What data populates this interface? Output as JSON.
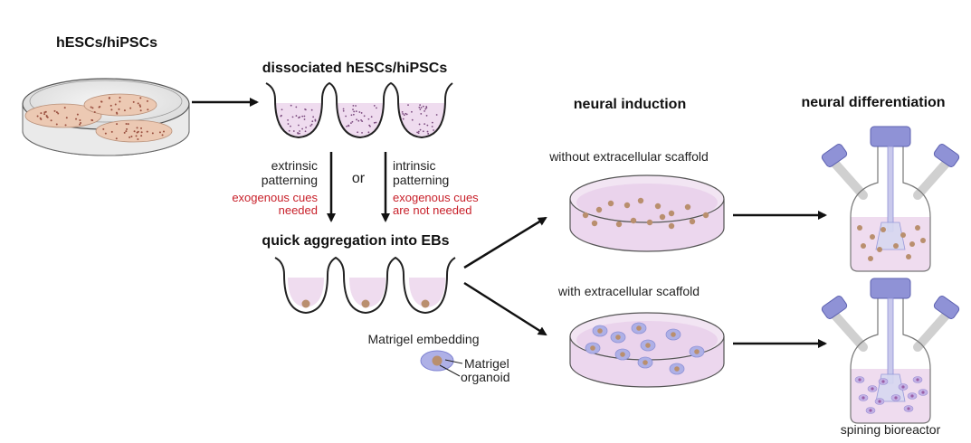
{
  "titles": {
    "source": "hESCs/hiPSCs",
    "dissociated": "dissociated hESCs/hiPSCs",
    "aggregation": "quick aggregation into EBs",
    "induction": "neural induction",
    "differentiation": "neural differentiation"
  },
  "patterning": {
    "extrinsic_line1": "extrinsic",
    "extrinsic_line2": "patterning",
    "extrinsic_note_line1": "exogenous cues",
    "extrinsic_note_line2": "needed",
    "or": "or",
    "intrinsic_line1": "intrinsic",
    "intrinsic_line2": "patterning",
    "intrinsic_note_line1": "exogenous cues",
    "intrinsic_note_line2": "are not needed"
  },
  "conditions": {
    "without": "without extracellular scaffold",
    "with": "with extracellular scaffold"
  },
  "legend": {
    "title": "Matrigel embedding",
    "matrigel": "Matrigel",
    "organoid": "organoid"
  },
  "bioreactor_label": "spining bioreactor",
  "colors": {
    "organoid": "#b98f6e",
    "medium": "#efdcef",
    "matrigel": "#8f92d6",
    "colony": "#ecc9b3",
    "cap": "#7e82d2",
    "note_red": "#c8202a"
  }
}
